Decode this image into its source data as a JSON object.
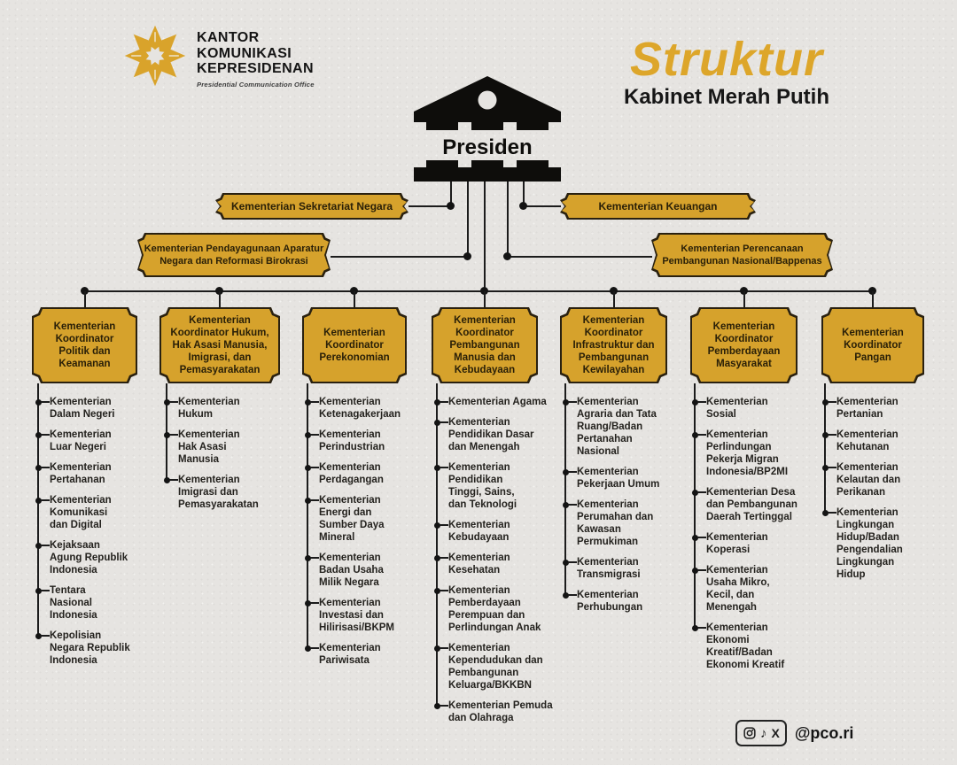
{
  "page": {
    "background": "#e6e4e1",
    "ink": "#1c1c1c",
    "gold": "#d6a22c",
    "box_border": "#2a2110",
    "box_text": "#2a2008"
  },
  "logo": {
    "org_lines": [
      "KANTOR",
      "KOMUNIKASI",
      "KEPRESIDENAN"
    ],
    "subtitle": "Presidential Communication Office"
  },
  "title": {
    "main": "Struktur",
    "subtitle": "Kabinet Merah Putih"
  },
  "root": {
    "label": "Presiden"
  },
  "direct_ministries": {
    "sekretariat": "Kementerian Sekretariat Negara",
    "keuangan": "Kementerian Keuangan",
    "panrb": "Kementerian Pendayagunaan Aparatur\nNegara dan Reformasi Birokrasi",
    "bappenas": "Kementerian Perencanaan\nPembangunan Nasional/Bappenas"
  },
  "coordinators": [
    {
      "label": "Kementerian\nKoordinator\nPolitik dan\nKeamanan",
      "ministries": [
        "Kementerian\nDalam Negeri",
        "Kementerian\nLuar Negeri",
        "Kementerian\nPertahanan",
        "Kementerian\nKomunikasi\ndan Digital",
        "Kejaksaan\nAgung Republik\nIndonesia",
        "Tentara\nNasional\nIndonesia",
        "Kepolisian\nNegara Republik\nIndonesia"
      ]
    },
    {
      "label": "Kementerian\nKoordinator Hukum,\nHak Asasi Manusia,\nImigrasi, dan\nPemasyarakatan",
      "ministries": [
        "Kementerian\nHukum",
        "Kementerian\nHak Asasi\nManusia",
        "Kementerian\nImigrasi dan\nPemasyarakatan"
      ]
    },
    {
      "label": "Kementerian\nKoordinator\nPerekonomian",
      "ministries": [
        "Kementerian\nKetenagakerjaan",
        "Kementerian\nPerindustrian",
        "Kementerian\nPerdagangan",
        "Kementerian\nEnergi dan\nSumber Daya\nMineral",
        "Kementerian\nBadan Usaha\nMilik Negara",
        "Kementerian\nInvestasi dan\nHilirisasi/BKPM",
        "Kementerian\nPariwisata"
      ]
    },
    {
      "label": "Kementerian\nKoordinator\nPembangunan\nManusia dan\nKebudayaan",
      "ministries": [
        "Kementerian Agama",
        "Kementerian\nPendidikan Dasar\ndan Menengah",
        "Kementerian\nPendidikan\nTinggi, Sains,\ndan Teknologi",
        "Kementerian\nKebudayaan",
        "Kementerian\nKesehatan",
        "Kementerian\nPemberdayaan\nPerempuan dan\nPerlindungan Anak",
        "Kementerian\nKependudukan dan\nPembangunan\nKeluarga/BKKBN",
        "Kementerian Pemuda\ndan Olahraga"
      ]
    },
    {
      "label": "Kementerian\nKoordinator\nInfrastruktur dan\nPembangunan\nKewilayahan",
      "ministries": [
        "Kementerian\nAgraria dan Tata\nRuang/Badan\nPertanahan\nNasional",
        "Kementerian\nPekerjaan Umum",
        "Kementerian\nPerumahan dan\nKawasan\nPermukiman",
        "Kementerian\nTransmigrasi",
        "Kementerian\nPerhubungan"
      ]
    },
    {
      "label": "Kementerian\nKoordinator\nPemberdayaan\nMasyarakat",
      "ministries": [
        "Kementerian\nSosial",
        "Kementerian\nPerlindungan\nPekerja Migran\nIndonesia/BP2MI",
        "Kementerian Desa\ndan Pembangunan\nDaerah Tertinggal",
        "Kementerian\nKoperasi",
        "Kementerian\nUsaha Mikro,\nKecil, dan\nMenengah",
        "Kementerian\nEkonomi\nKreatif/Badan\nEkonomi Kreatif"
      ]
    },
    {
      "label": "Kementerian\nKoordinator\nPangan",
      "ministries": [
        "Kementerian\nPertanian",
        "Kementerian\nKehutanan",
        "Kementerian\nKelautan dan\nPerikanan",
        "Kementerian\nLingkungan\nHidup/Badan\nPengendalian\nLingkungan\nHidup"
      ]
    }
  ],
  "footer": {
    "handle": "@pco.ri",
    "icons": [
      "instagram-icon",
      "tiktok-icon",
      "x-icon"
    ]
  }
}
